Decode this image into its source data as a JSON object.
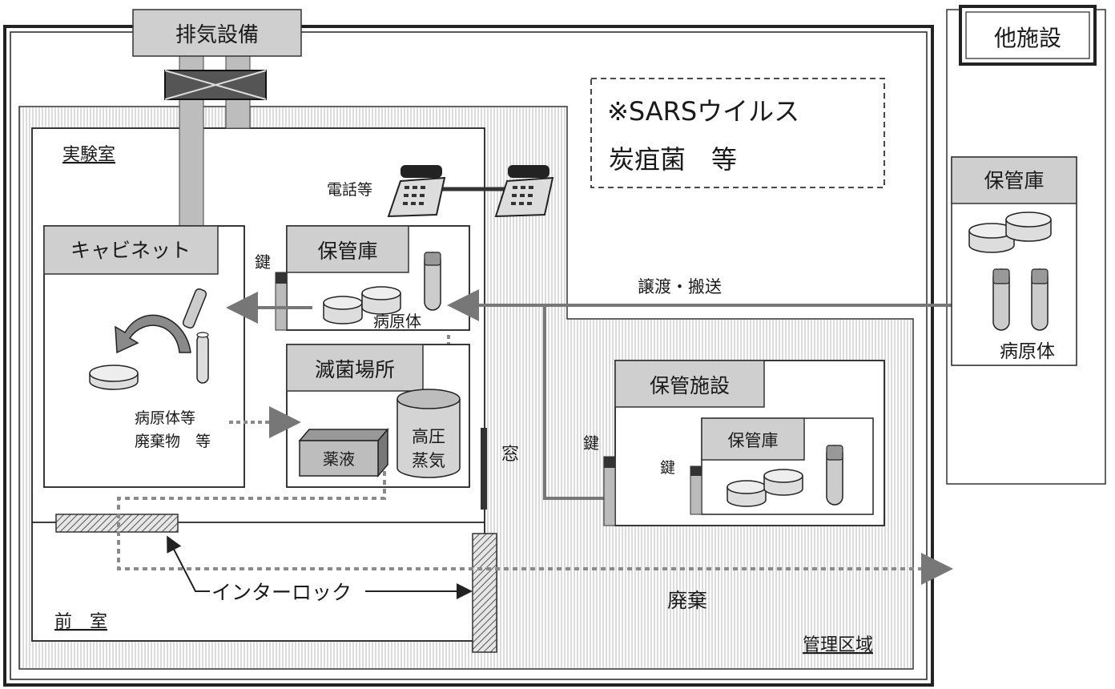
{
  "labels": {
    "exhaust": "排気設備",
    "other_facility": "他施設",
    "note_line1": "※SARSウイルス",
    "note_line2": "炭疽菌　等",
    "lab_room": "実験室",
    "telephone": "電話等",
    "cabinet": "キャビネット",
    "key_storage": "鍵",
    "storage_lab": "保管庫",
    "pathogen_lab": "病原体",
    "transfer": "譲渡・搬送",
    "storage_other": "保管庫",
    "pathogen_other": "病原体",
    "sterilization_area": "滅菌場所",
    "waste_line1": "病原体等",
    "waste_line2": "廃棄物　等",
    "chemical": "薬液",
    "autoclave_line1": "高圧",
    "autoclave_line2": "蒸気",
    "window": "窓",
    "storage_facility": "保管施設",
    "key_facility": "鍵",
    "storage_facility_inner": "保管庫",
    "key_inner": "鍵",
    "interlock": "インターロック",
    "anteroom": "前　室",
    "disposal": "廃棄",
    "controlled_area": "管理区域"
  },
  "colors": {
    "box_fill": "#cfcfcf",
    "line": "#2a2a2a",
    "arrow": "#777777",
    "dotted": "#8a8a8a",
    "hatch": "#9a9a9a",
    "dark_mark": "#333333"
  }
}
